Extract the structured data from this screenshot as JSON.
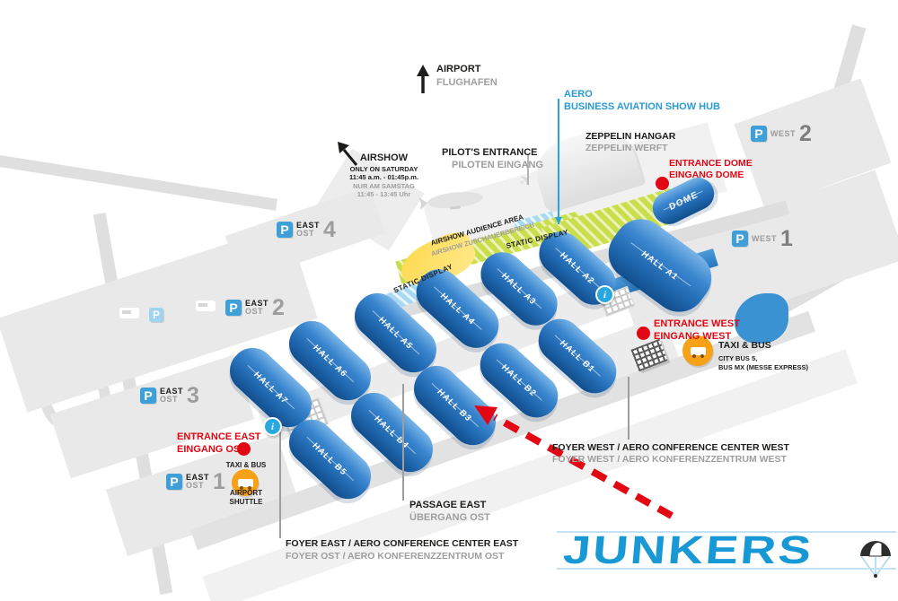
{
  "map": {
    "parking_letter": "P",
    "info_letter": "i",
    "airport": {
      "en": "AIRPORT",
      "de": "FLUGHAFEN"
    },
    "airshow": {
      "title": "AIRSHOW",
      "line2": "ONLY ON SATURDAY",
      "line3": "11:45 a.m. - 01:45p.m.",
      "line4": "NUR AM SAMSTAG",
      "line5": "11:45 - 13:45 Uhr"
    },
    "aero_hub": {
      "line1": "AERO",
      "line2": "BUSINESS AVIATION SHOW HUB"
    },
    "pilots_entrance": {
      "en": "PILOT'S ENTRANCE",
      "de": "PILOTEN EINGANG"
    },
    "zeppelin_hangar": {
      "en": "ZEPPELIN HANGAR",
      "de": "ZEPPELIN WERFT"
    },
    "entrance_dome": {
      "en": "ENTRANCE DOME",
      "de": "EINGANG DOME"
    },
    "entrance_west": {
      "en": "ENTRANCE WEST",
      "de": "EINGANG WEST"
    },
    "entrance_east": {
      "en": "ENTRANCE EAST",
      "de": "EINGANG OST"
    },
    "taxi_bus_west": {
      "title": "TAXI & BUS",
      "line1": "CITY BUS 5,",
      "line2": "BUS MX (MESSE EXPRESS)"
    },
    "taxi_bus_east": {
      "title": "TAXI & BUS",
      "line1": "AIRPORT",
      "line2": "SHUTTLE"
    },
    "areas": {
      "audience_en": "AIRSHOW AUDIENCE AREA",
      "audience_de": "AIRSHOW ZUSCHAUERBEREICH",
      "static_display_1": "STATIC DISPLAY",
      "static_display_2": "STATIC DISPLAY"
    },
    "passage_east": {
      "en": "PASSAGE EAST",
      "de": "ÜBERGANG OST"
    },
    "foyer_east": {
      "en": "FOYER EAST / AERO CONFERENCE CENTER EAST",
      "de": "FOYER OST / AERO KONFERENZZENTRUM OST"
    },
    "foyer_west": {
      "en": "FOYER WEST / AERO CONFERENCE CENTER WEST",
      "de": "FOYER WEST / AERO KONFERENZZENTRUM WEST"
    },
    "parking": [
      {
        "region": "EAST",
        "region_de": "OST",
        "number": "4"
      },
      {
        "region": "EAST",
        "region_de": "OST",
        "number": "2"
      },
      {
        "region": "EAST",
        "region_de": "OST",
        "number": "3"
      },
      {
        "region": "EAST",
        "region_de": "OST",
        "number": "1"
      },
      {
        "region": "WEST",
        "number": "1"
      },
      {
        "region": "WEST",
        "number": "2"
      }
    ],
    "halls": [
      {
        "label": "HALL A7"
      },
      {
        "label": "HALL A6"
      },
      {
        "label": "HALL A5"
      },
      {
        "label": "HALL A4"
      },
      {
        "label": "HALL A3"
      },
      {
        "label": "HALL A2"
      },
      {
        "label": "HALL A1"
      },
      {
        "label": "HALL B5"
      },
      {
        "label": "HALL B4"
      },
      {
        "label": "HALL B3"
      },
      {
        "label": "HALL B2"
      },
      {
        "label": "HALL B1"
      },
      {
        "label": "DOME"
      }
    ]
  },
  "logo": {
    "text": "JUNKERS"
  },
  "colors": {
    "hall_blue": "#2f7ec7",
    "accent_red": "#e30613",
    "aero_blue": "#2a9ad5",
    "static_green": "#c9de4b",
    "static_yellow": "#ffd94b",
    "taxi_orange": "#f6a117",
    "logo_blue": "#1899d6"
  }
}
